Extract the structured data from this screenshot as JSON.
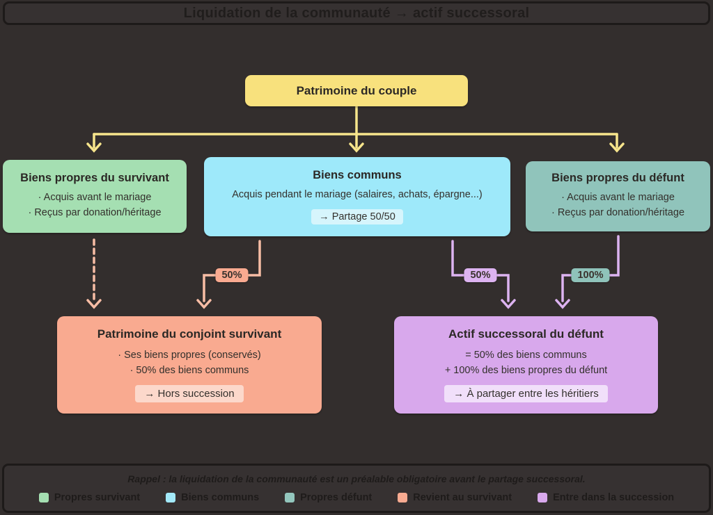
{
  "title": "Liquidation de la communauté → actif successoral",
  "colors": {
    "background": "#332e2d",
    "panel": "#363131",
    "panel_border": "#1d1a19",
    "yellow": "#f8e17d",
    "green": "#a5dfb2",
    "cyan": "#9ee9fa",
    "teal": "#90c4bb",
    "salmon": "#f9aa90",
    "purple": "#d8a8ec",
    "arrow_yellow": "#f7e58c",
    "arrow_salmon": "#f8bda5",
    "arrow_purple": "#ddb3f1",
    "badge_cyan_light": "#d6f5fc",
    "badge_salmon_light": "#fcd8cb",
    "badge_purple_light": "#f1dffa",
    "badge_teal": "#8fc3ba"
  },
  "root_box": {
    "label": "Patrimoine du couple"
  },
  "branch_boxes": {
    "survivor_own": {
      "title": "Biens propres du survivant",
      "bullets": [
        "·  Acquis avant le mariage",
        "·  Reçus par donation/héritage"
      ]
    },
    "common": {
      "title": "Biens communs",
      "body": "Acquis pendant le mariage (salaires, achats, épargne...)",
      "badge": "→ Partage 50/50"
    },
    "deceased_own": {
      "title": "Biens propres du défunt",
      "bullets": [
        "·  Acquis avant le mariage",
        "·  Reçus par donation/héritage"
      ]
    }
  },
  "flow_labels": {
    "common_to_survivor": "50%",
    "common_to_estate": "50%",
    "own_to_estate": "100%"
  },
  "outcome_boxes": {
    "survivor": {
      "title": "Patrimoine du conjoint survivant",
      "bullets": [
        "·  Ses biens propres (conservés)",
        "·  50% des biens communs"
      ],
      "badge": "→ Hors succession"
    },
    "estate": {
      "title": "Actif successoral du défunt",
      "lines": [
        "= 50% des biens communs",
        "+ 100% des biens propres du défunt"
      ],
      "badge": "→ À partager entre les héritiers"
    }
  },
  "footer": {
    "note": "Rappel : la liquidation de la communauté est un préalable obligatoire avant le partage successoral.",
    "legend": [
      {
        "label": "Propres survivant",
        "color": "#a5dfb2"
      },
      {
        "label": "Biens communs",
        "color": "#a2e9f9"
      },
      {
        "label": "Propres défunt",
        "color": "#93c6bd"
      },
      {
        "label": "Revient au survivant",
        "color": "#f9ab91"
      },
      {
        "label": "Entre dans la succession",
        "color": "#d9a9ed"
      }
    ]
  }
}
